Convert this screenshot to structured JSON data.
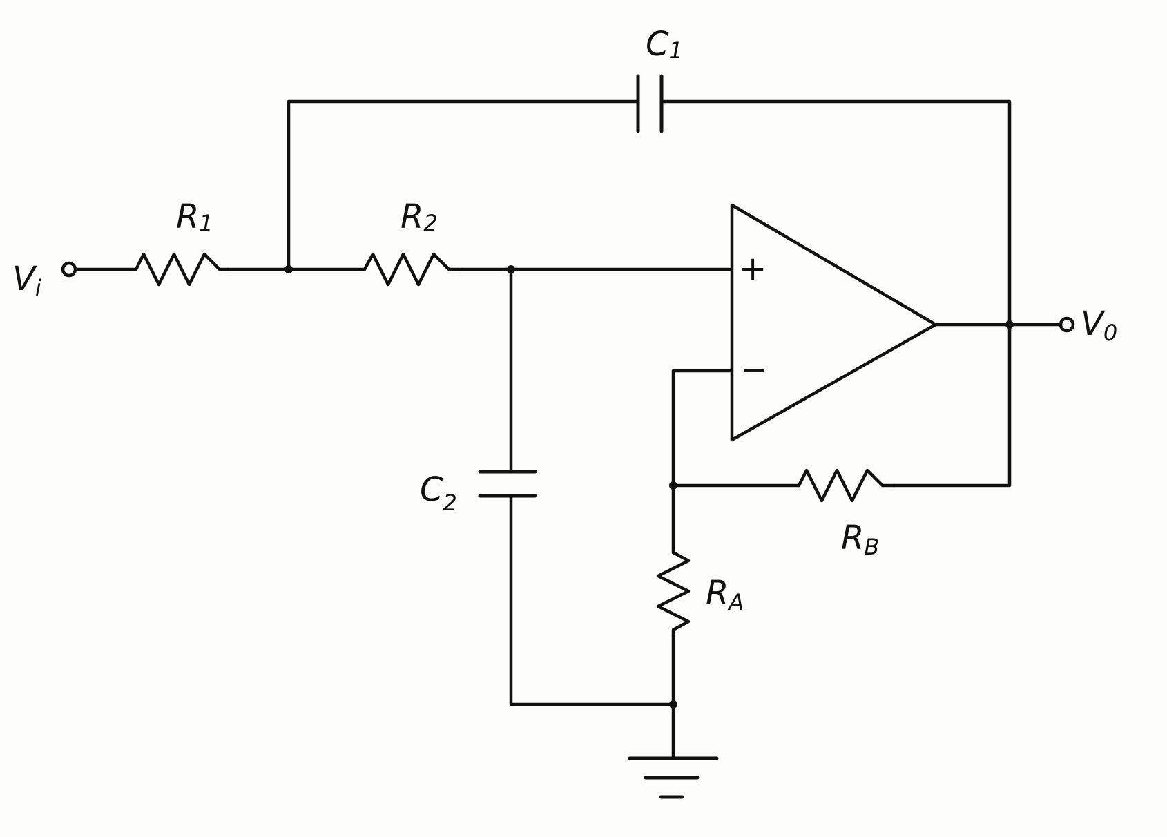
{
  "labels": {
    "vi": {
      "main": "V",
      "sub": "i"
    },
    "vo": {
      "main": "V",
      "sub": "0"
    },
    "r1": {
      "main": "R",
      "sub": "1"
    },
    "r2": {
      "main": "R",
      "sub": "2"
    },
    "c1": {
      "main": "C",
      "sub": "1"
    },
    "c2": {
      "main": "C",
      "sub": "2"
    },
    "ra": {
      "main": "R",
      "sub": "A"
    },
    "rb": {
      "main": "R",
      "sub": "B"
    }
  },
  "opamp": {
    "plus": "+",
    "minus": "−"
  },
  "colors": {
    "ink": "#111111",
    "paper": "#fdfdfb"
  }
}
